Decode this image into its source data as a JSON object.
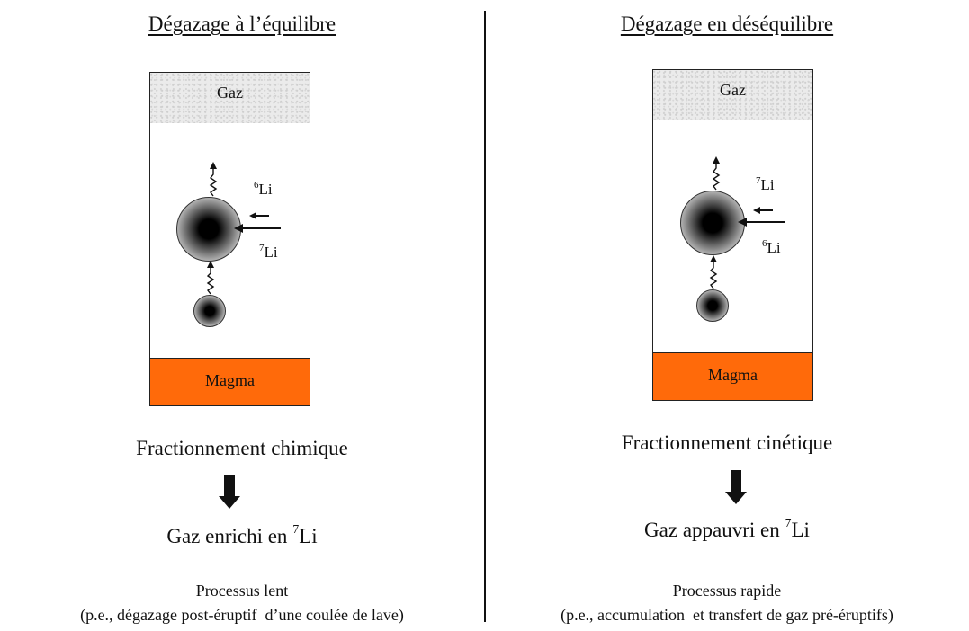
{
  "left": {
    "title": "Dégazage à l’équilibre",
    "gas_label": "Gaz",
    "magma_label": "Magma",
    "isotope_top": "Li",
    "isotope_top_mass": "6",
    "isotope_bottom": "Li",
    "isotope_bottom_mass": "7",
    "fractionation": "Fractionnement chimique",
    "result_prefix": "Gaz enrichi en ",
    "result_mass": "7",
    "result_element": "Li",
    "process": "Processus lent",
    "example": "(p.e., dégazage post-éruptif  d’une coulée de lave)"
  },
  "right": {
    "title": "Dégazage en déséquilibre",
    "gas_label": "Gaz",
    "magma_label": "Magma",
    "isotope_top": "Li",
    "isotope_top_mass": "7",
    "isotope_bottom": "Li",
    "isotope_bottom_mass": "6",
    "fractionation": "Fractionnement cinétique",
    "result_prefix": "Gaz appauvri en ",
    "result_mass": "7",
    "result_element": "Li",
    "process": "Processus rapide",
    "example": "(p.e., accumulation  et transfert de gaz pré-éruptifs)"
  },
  "colors": {
    "magma": "#ff6a0a",
    "gas": "#ebebeb",
    "ink": "#111111"
  },
  "icons": [
    "wavy-up-arrow-icon",
    "left-arrow-icon",
    "down-arrow-icon"
  ]
}
